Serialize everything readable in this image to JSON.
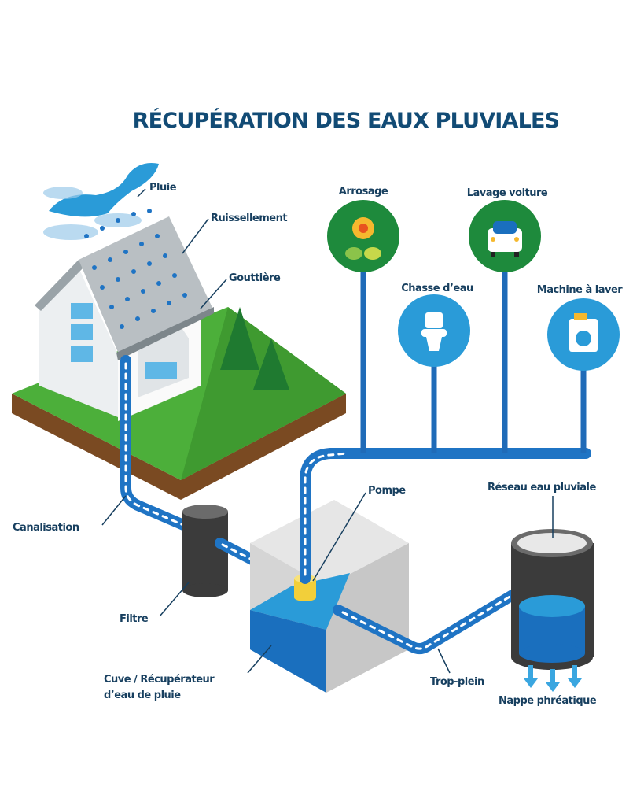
{
  "title": "RÉCUPÉRATION DES EAUX PLUVIALES",
  "labels": {
    "pluie": "Pluie",
    "ruissellement": "Ruissellement",
    "gouttiere": "Gouttière",
    "canalisation": "Canalisation",
    "filtre": "Filtre",
    "cuve_line1": "Cuve / Récupérateur",
    "cuve_line2": "d’eau de pluie",
    "pompe": "Pompe",
    "reseau": "Réseau eau pluviale",
    "trop_plein": "Trop-plein",
    "nappe": "Nappe phréatique"
  },
  "uses": [
    {
      "label": "Arrosage",
      "icon": "sunflower-icon",
      "color": "#1e8a3c"
    },
    {
      "label": "Lavage voiture",
      "icon": "car-icon",
      "color": "#1e8a3c"
    },
    {
      "label": "Chasse d’eau",
      "icon": "toilet-icon",
      "color": "#2a9bd8"
    },
    {
      "label": "Machine à laver",
      "icon": "washing-machine-icon",
      "color": "#2a9bd8"
    }
  ],
  "colors": {
    "pipe": "#1f74c4",
    "title": "#124b75",
    "grass": "#4caf3a",
    "water": "#2a9bd8"
  }
}
